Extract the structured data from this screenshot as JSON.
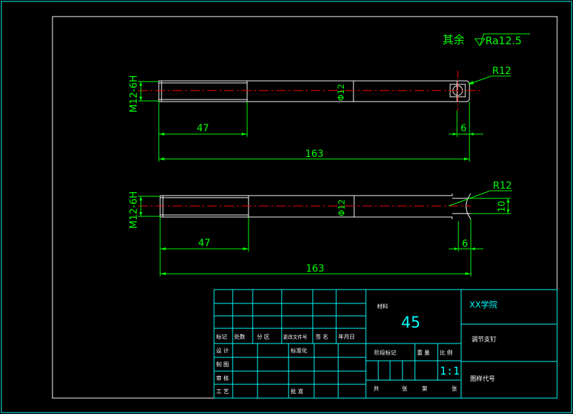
{
  "surface_finish": {
    "prefix": "其余",
    "value": "Ra12.5"
  },
  "views": [
    {
      "thread_label": "M12-6H",
      "diameter_label": "Φ12",
      "radius_label": "R12",
      "thread_length": "47",
      "end_width": "6",
      "total_length": "163"
    },
    {
      "thread_label": "M12-6H",
      "diameter_label": "Φ12",
      "radius_label": "R12",
      "slot_width": "10",
      "thread_length": "47",
      "end_width": "6",
      "total_length": "163"
    }
  ],
  "title_block": {
    "material_label": "材料",
    "material_value": "45",
    "school": "XX学院",
    "part_name": "调节支钉",
    "scale_value": "1:1",
    "drawing_no_label": "图样代号",
    "revision_headers": [
      "标记",
      "处数",
      "分 区",
      "更改文件号",
      "签 名",
      "年月日"
    ],
    "signature_rows": [
      "设 计",
      "制 图",
      "审 核",
      "工 艺"
    ],
    "standardize_label": "标准化",
    "approve_label": "批 准",
    "stage_label": "阶段标记",
    "weight_label": "重 量",
    "scale_label": "比 例",
    "sheet_labels": [
      "共",
      "张",
      "第",
      "张"
    ]
  },
  "colors": {
    "frame": "#ffffff",
    "dimension": "#00ff00",
    "centerline": "#ff0000",
    "title_block": "#00ffff",
    "part_outline": "#ffffff"
  }
}
